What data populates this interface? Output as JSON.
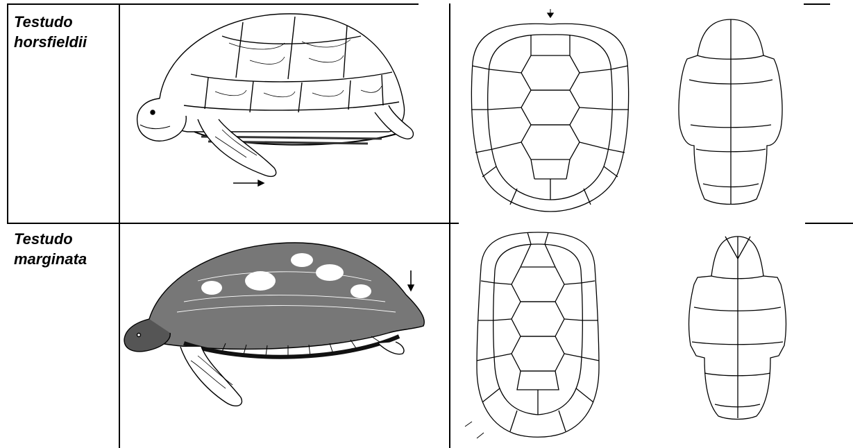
{
  "table": {
    "rows": [
      {
        "species_line1": "Testudo",
        "species_line2": "horsfieldii"
      },
      {
        "species_line1": "Testudo",
        "species_line2": "marginata"
      }
    ]
  }
}
